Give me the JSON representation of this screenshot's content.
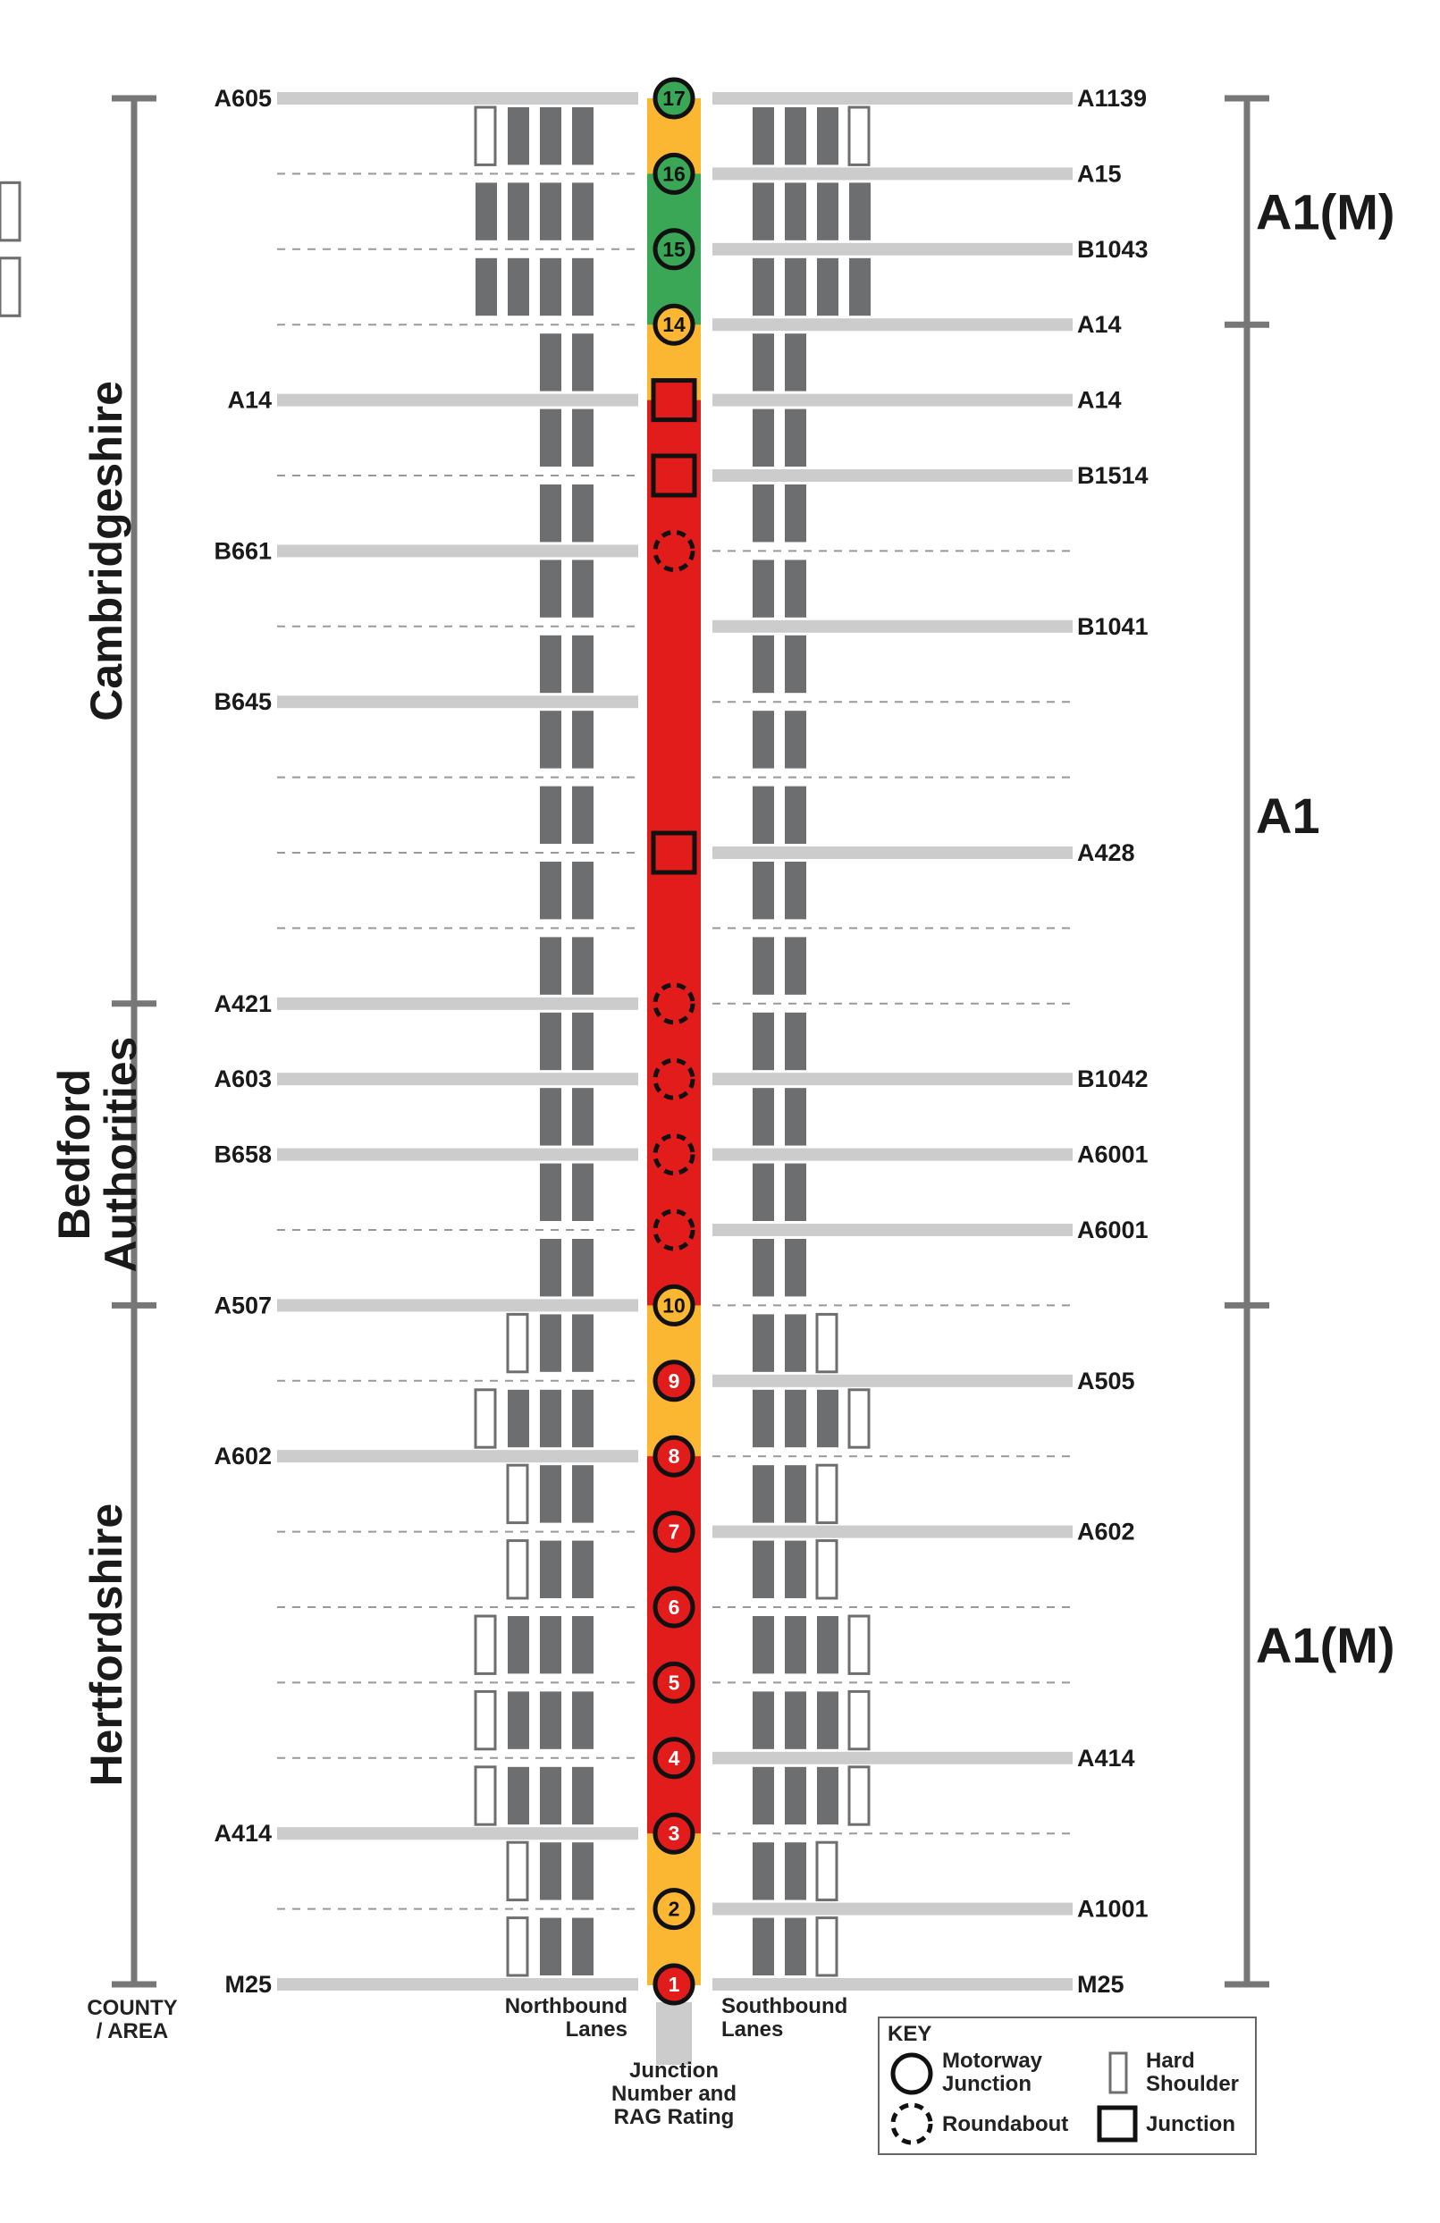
{
  "colors": {
    "red": "#e21b1b",
    "amber": "#fbb731",
    "green": "#3aa757",
    "lane": "#6d6e70",
    "road": "#cccccc",
    "axis": "#777777",
    "dash": "#999999",
    "text": "#1a1a1a"
  },
  "rows": [
    {
      "left": "A605",
      "right": "A1139",
      "junction": "17",
      "type": "motorway",
      "rag": "green",
      "left_road": true,
      "right_road": true
    },
    {
      "left": "",
      "right": "A15",
      "junction": "16",
      "type": "motorway",
      "rag": "green",
      "left_road": false,
      "right_road": true
    },
    {
      "left": "",
      "right": "B1043",
      "junction": "15",
      "type": "motorway",
      "rag": "green",
      "left_road": false,
      "right_road": true
    },
    {
      "left": "",
      "right": "A14",
      "junction": "14",
      "type": "motorway",
      "rag": "amber",
      "left_road": false,
      "right_road": true
    },
    {
      "left": "A14",
      "right": "A14",
      "junction": "",
      "type": "junction",
      "rag": "red",
      "left_road": true,
      "right_road": true
    },
    {
      "left": "",
      "right": "B1514",
      "junction": "",
      "type": "junction",
      "rag": "red",
      "left_road": false,
      "right_road": true
    },
    {
      "left": "B661",
      "right": "",
      "junction": "",
      "type": "roundabout",
      "rag": "red",
      "left_road": true,
      "right_road": false
    },
    {
      "left": "",
      "right": "B1041",
      "junction": "",
      "type": "none",
      "rag": "red",
      "left_road": false,
      "right_road": true
    },
    {
      "left": "B645",
      "right": "",
      "junction": "",
      "type": "none",
      "rag": "red",
      "left_road": true,
      "right_road": false
    },
    {
      "left": "",
      "right": "",
      "junction": "",
      "type": "none",
      "rag": "red",
      "left_road": false,
      "right_road": false
    },
    {
      "left": "",
      "right": "A428",
      "junction": "",
      "type": "junction",
      "rag": "red",
      "left_road": false,
      "right_road": true
    },
    {
      "left": "",
      "right": "",
      "junction": "",
      "type": "none",
      "rag": "red",
      "left_road": false,
      "right_road": false
    },
    {
      "left": "A421",
      "right": "",
      "junction": "",
      "type": "roundabout",
      "rag": "red",
      "left_road": true,
      "right_road": false
    },
    {
      "left": "A603",
      "right": "B1042",
      "junction": "",
      "type": "roundabout",
      "rag": "red",
      "left_road": true,
      "right_road": true
    },
    {
      "left": "B658",
      "right": "A6001",
      "junction": "",
      "type": "roundabout",
      "rag": "red",
      "left_road": true,
      "right_road": true
    },
    {
      "left": "",
      "right": "A6001",
      "junction": "",
      "type": "roundabout",
      "rag": "red",
      "left_road": false,
      "right_road": true
    },
    {
      "left": "A507",
      "right": "",
      "junction": "10",
      "type": "motorway",
      "rag": "amber",
      "left_road": true,
      "right_road": false
    },
    {
      "left": "",
      "right": "A505",
      "junction": "9",
      "type": "motorway",
      "rag": "red",
      "left_road": false,
      "right_road": true
    },
    {
      "left": "A602",
      "right": "",
      "junction": "8",
      "type": "motorway",
      "rag": "red",
      "left_road": true,
      "right_road": false
    },
    {
      "left": "",
      "right": "A602",
      "junction": "7",
      "type": "motorway",
      "rag": "red",
      "left_road": false,
      "right_road": true
    },
    {
      "left": "",
      "right": "",
      "junction": "6",
      "type": "motorway",
      "rag": "red",
      "left_road": false,
      "right_road": false
    },
    {
      "left": "",
      "right": "",
      "junction": "5",
      "type": "motorway",
      "rag": "red",
      "left_road": false,
      "right_road": false
    },
    {
      "left": "",
      "right": "A414",
      "junction": "4",
      "type": "motorway",
      "rag": "red",
      "left_road": false,
      "right_road": true
    },
    {
      "left": "A414",
      "right": "",
      "junction": "3",
      "type": "motorway",
      "rag": "red",
      "left_road": true,
      "right_road": false
    },
    {
      "left": "",
      "right": "A1001",
      "junction": "2",
      "type": "motorway",
      "rag": "amber",
      "left_road": false,
      "right_road": true
    },
    {
      "left": "M25",
      "right": "M25",
      "junction": "1",
      "type": "motorway",
      "rag": "red",
      "left_road": true,
      "right_road": true
    }
  ],
  "segments": [
    {
      "rag": "amber",
      "north_lanes": 3,
      "north_hs": true,
      "south_lanes": 3,
      "south_hs": true
    },
    {
      "rag": "green",
      "north_lanes": 4,
      "north_hs": true,
      "south_lanes": 4,
      "south_hs": true
    },
    {
      "rag": "green",
      "north_lanes": 4,
      "north_hs": true,
      "south_lanes": 4,
      "south_hs": true
    },
    {
      "rag": "amber",
      "north_lanes": 2,
      "north_hs": false,
      "south_lanes": 2,
      "south_hs": false
    },
    {
      "rag": "red",
      "north_lanes": 2,
      "north_hs": false,
      "south_lanes": 2,
      "south_hs": false
    },
    {
      "rag": "red",
      "north_lanes": 2,
      "north_hs": false,
      "south_lanes": 2,
      "south_hs": false
    },
    {
      "rag": "red",
      "north_lanes": 2,
      "north_hs": false,
      "south_lanes": 2,
      "south_hs": false
    },
    {
      "rag": "red",
      "north_lanes": 2,
      "north_hs": false,
      "south_lanes": 2,
      "south_hs": false
    },
    {
      "rag": "red",
      "north_lanes": 2,
      "north_hs": false,
      "south_lanes": 2,
      "south_hs": false
    },
    {
      "rag": "red",
      "north_lanes": 2,
      "north_hs": false,
      "south_lanes": 2,
      "south_hs": false
    },
    {
      "rag": "red",
      "north_lanes": 2,
      "north_hs": false,
      "south_lanes": 2,
      "south_hs": false
    },
    {
      "rag": "red",
      "north_lanes": 2,
      "north_hs": false,
      "south_lanes": 2,
      "south_hs": false
    },
    {
      "rag": "red",
      "north_lanes": 2,
      "north_hs": false,
      "south_lanes": 2,
      "south_hs": false
    },
    {
      "rag": "red",
      "north_lanes": 2,
      "north_hs": false,
      "south_lanes": 2,
      "south_hs": false
    },
    {
      "rag": "red",
      "north_lanes": 2,
      "north_hs": false,
      "south_lanes": 2,
      "south_hs": false
    },
    {
      "rag": "red",
      "north_lanes": 2,
      "north_hs": false,
      "south_lanes": 2,
      "south_hs": false
    },
    {
      "rag": "amber",
      "north_lanes": 2,
      "north_hs": true,
      "south_lanes": 2,
      "south_hs": true
    },
    {
      "rag": "amber",
      "north_lanes": 3,
      "north_hs": true,
      "south_lanes": 3,
      "south_hs": true
    },
    {
      "rag": "red",
      "north_lanes": 2,
      "north_hs": true,
      "south_lanes": 2,
      "south_hs": true
    },
    {
      "rag": "red",
      "north_lanes": 2,
      "north_hs": true,
      "south_lanes": 2,
      "south_hs": true
    },
    {
      "rag": "red",
      "north_lanes": 3,
      "north_hs": true,
      "south_lanes": 3,
      "south_hs": true
    },
    {
      "rag": "red",
      "north_lanes": 3,
      "north_hs": true,
      "south_lanes": 3,
      "south_hs": true
    },
    {
      "rag": "red",
      "north_lanes": 3,
      "north_hs": true,
      "south_lanes": 3,
      "south_hs": true
    },
    {
      "rag": "amber",
      "north_lanes": 2,
      "north_hs": true,
      "south_lanes": 2,
      "south_hs": true
    },
    {
      "rag": "amber",
      "north_lanes": 2,
      "north_hs": true,
      "south_lanes": 2,
      "south_hs": true
    }
  ],
  "counties": [
    {
      "label": "Cambridgeshire",
      "from_row": 0,
      "to_row": 12
    },
    {
      "label": "Bedford Authorities",
      "from_row": 12,
      "to_row": 16
    },
    {
      "label": "Hertfordshire",
      "from_row": 16,
      "to_row": 25
    }
  ],
  "sections": [
    {
      "label": "A1(M)",
      "from_row": 0,
      "to_row": 3
    },
    {
      "label": "A1",
      "from_row": 3,
      "to_row": 16
    },
    {
      "label": "A1(M)",
      "from_row": 16,
      "to_row": 25
    }
  ],
  "labels": {
    "county_area_line1": "COUNTY",
    "county_area_line2": "/ AREA",
    "northbound_line1": "Northbound",
    "northbound_line2": "Lanes",
    "southbound_line1": "Southbound",
    "southbound_line2": "Lanes",
    "rag_line1": "Junction",
    "rag_line2": "Number and",
    "rag_line3": "RAG Rating"
  },
  "key": {
    "title": "KEY",
    "motorway_line1": "Motorway",
    "motorway_line2": "Junction",
    "roundabout": "Roundabout",
    "hard_shoulder_line1": "Hard",
    "hard_shoulder_line2": "Shoulder",
    "junction": "Junction"
  }
}
